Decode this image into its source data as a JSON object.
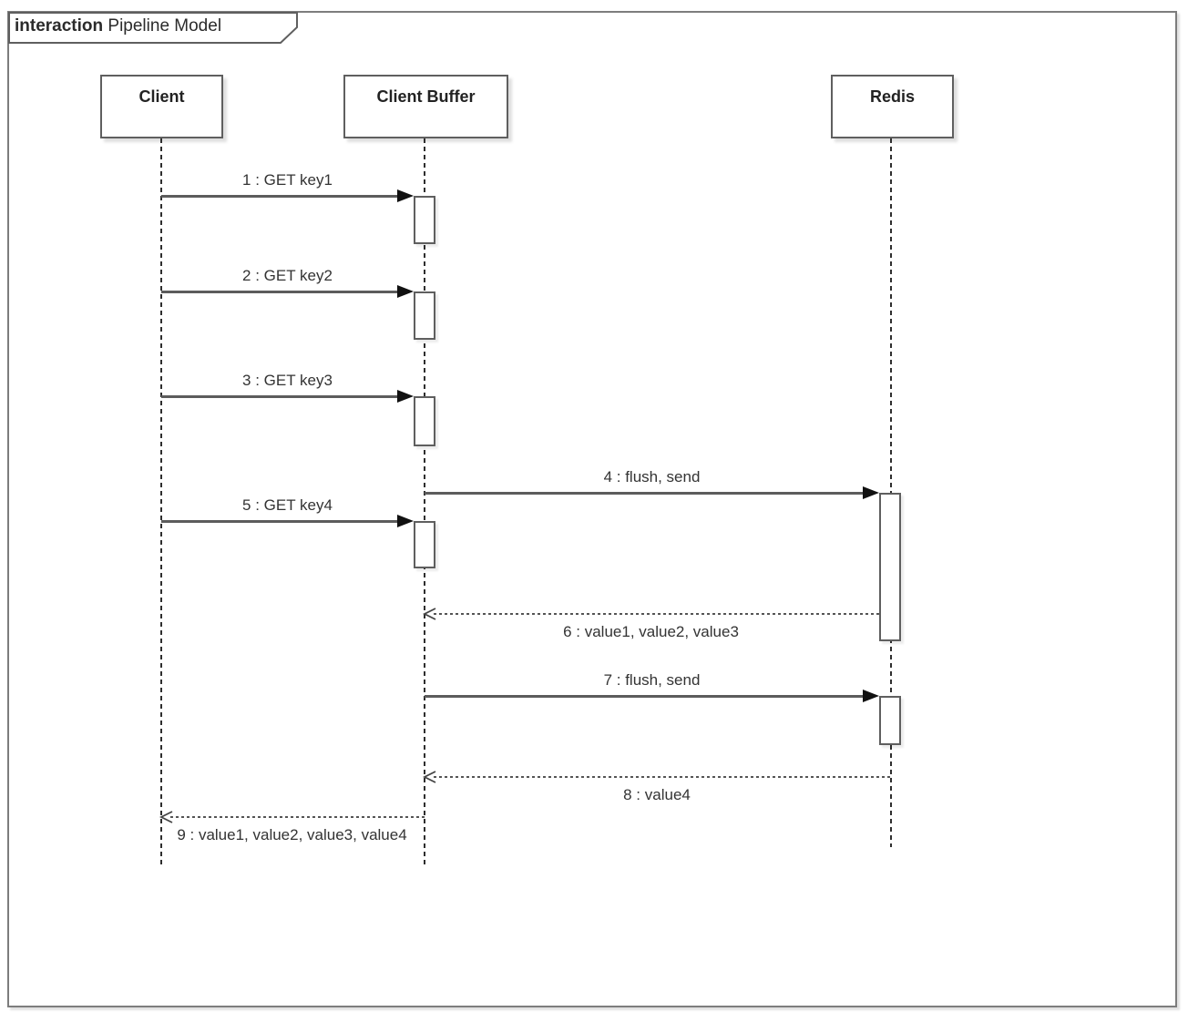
{
  "frame": {
    "keyword": "interaction",
    "title": "Pipeline Model"
  },
  "lifelines": [
    {
      "label": "Client"
    },
    {
      "label": "Client Buffer"
    },
    {
      "label": "Redis"
    }
  ],
  "messages": [
    {
      "label": "1 : GET key1",
      "type": "sync",
      "from": "Client",
      "to": "Client Buffer"
    },
    {
      "label": "2 : GET key2",
      "type": "sync",
      "from": "Client",
      "to": "Client Buffer"
    },
    {
      "label": "3 : GET key3",
      "type": "sync",
      "from": "Client",
      "to": "Client Buffer"
    },
    {
      "label": "4 : flush, send",
      "type": "sync",
      "from": "Client Buffer",
      "to": "Redis"
    },
    {
      "label": "5 : GET key4",
      "type": "sync",
      "from": "Client",
      "to": "Client Buffer"
    },
    {
      "label": "6 : value1, value2, value3",
      "type": "return",
      "from": "Redis",
      "to": "Client Buffer"
    },
    {
      "label": "7 : flush, send",
      "type": "sync",
      "from": "Client Buffer",
      "to": "Redis"
    },
    {
      "label": "8 : value4",
      "type": "return",
      "from": "Redis",
      "to": "Client Buffer"
    },
    {
      "label": "9 : value1, value2, value3, value4",
      "type": "return",
      "from": "Client Buffer",
      "to": "Client"
    }
  ],
  "colors": {
    "frame_border": "#7d7d7d",
    "box_border": "#5f5f5f",
    "message_line": "#5c5c5c",
    "arrowhead": "#111111",
    "text": "#333333"
  }
}
